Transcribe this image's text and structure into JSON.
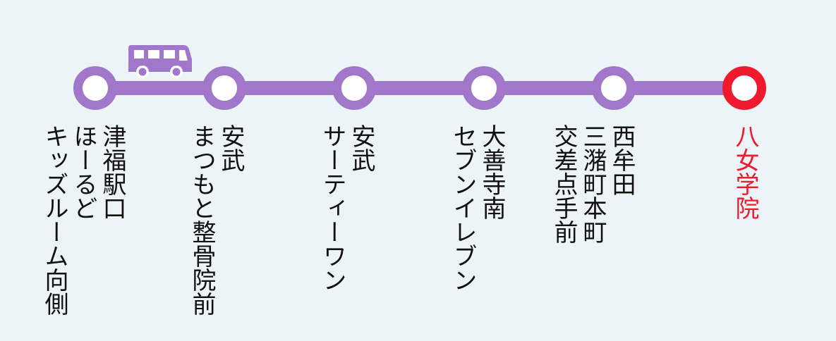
{
  "route": {
    "colors": {
      "line": "#a077c9",
      "destination": "#f01a2e",
      "background": "#ecf4f7"
    },
    "current_vehicle_icon": "bus-icon",
    "stops": [
      {
        "lines": [
          "津福駅口",
          "ほーるど",
          "キッズルーム向側"
        ]
      },
      {
        "lines": [
          "安武",
          "まつもと整骨院前"
        ]
      },
      {
        "lines": [
          "安武",
          "サーティーワン"
        ]
      },
      {
        "lines": [
          "大善寺南",
          "セブンイレブン"
        ]
      },
      {
        "lines": [
          "西牟田",
          "三潴町本町",
          "交差点手前"
        ]
      },
      {
        "lines": [
          "八女学院"
        ],
        "destination": true
      }
    ]
  }
}
